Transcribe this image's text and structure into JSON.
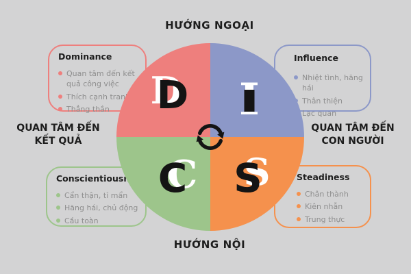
{
  "title": "DISC personality model diagram",
  "colors": {
    "background": "#d3d3d4",
    "dominance": "#ee7f7d",
    "influence": "#8c98c8",
    "conscientiousness": "#9dc58b",
    "steadiness": "#f5914d",
    "letter_black": "#141414",
    "letter_white": "#ffffff",
    "heading_text": "#1e1e1e",
    "body_text": "#8e8e8e"
  },
  "labels": {
    "top": "HƯỚNG NGOẠI",
    "bottom": "HƯỚNG NỘI",
    "left_line1": "QUAN TÂM ĐẾN",
    "left_line2": "KẾT QUẢ",
    "right_line1": "QUAN TÂM ĐẾN",
    "right_line2": "CON NGƯỜI"
  },
  "center_icon": "cycle-arrows",
  "quadrants": {
    "d": {
      "letter": "D",
      "title": "Dominance",
      "items": [
        "Quan tâm đến kết quả công việc",
        "Thích cạnh tranh",
        "Thẳng thắn"
      ]
    },
    "i": {
      "letter": "I",
      "title": "Influence",
      "items": [
        "Nhiệt tình, hăng hái",
        "Thân thiện",
        "Lạc quan"
      ]
    },
    "c": {
      "letter": "C",
      "title": "Conscientiousness",
      "items": [
        "Cẩn thận, tỉ mẩn",
        "Hăng hái, chủ động",
        "Cầu toàn"
      ]
    },
    "s": {
      "letter": "S",
      "title": "Steadiness",
      "items": [
        "Chân thành",
        "Kiên nhẫn",
        "Trung thực"
      ]
    }
  }
}
